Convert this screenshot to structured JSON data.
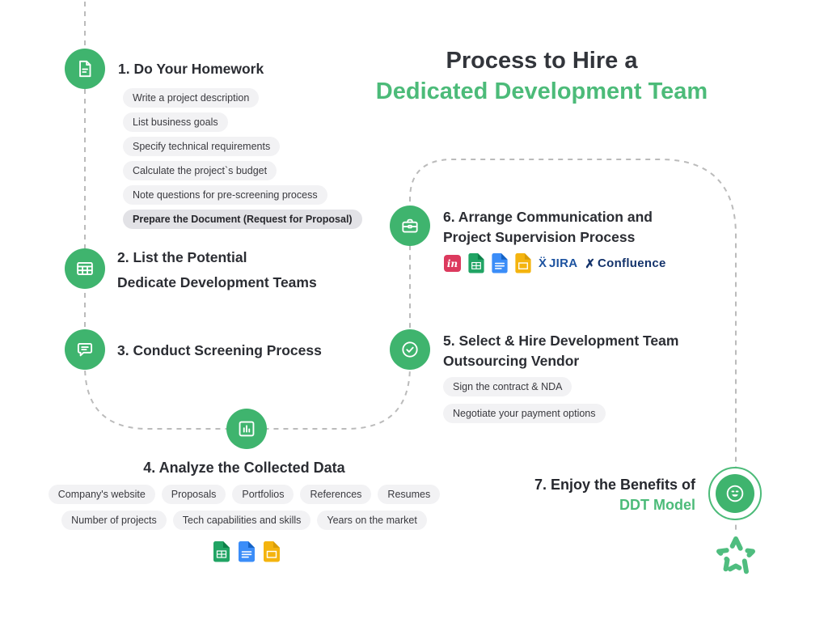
{
  "title": {
    "line1": "Process to Hire a",
    "line2": "Dedicated Development Team"
  },
  "steps": {
    "s1": {
      "title": "1. Do Your Homework",
      "icon": "document-icon",
      "pills": [
        "Write a project description",
        "List business goals",
        "Specify technical requirements",
        "Calculate the project`s budget",
        "Note questions for pre-screening process"
      ],
      "highlighted_pill": "Prepare the Document (Request for Proposal)"
    },
    "s2": {
      "line1": "2. List the Potential",
      "line2": "Dedicate Development Teams",
      "icon": "table-icon"
    },
    "s3": {
      "title": "3. Conduct Screening Process",
      "icon": "chat-icon"
    },
    "s4": {
      "title": "4. Analyze the Collected Data",
      "icon": "bar-chart-icon",
      "pills_row1": [
        "Company's website",
        "Proposals",
        "Portfolios",
        "References",
        "Resumes"
      ],
      "pills_row2": [
        "Number of projects",
        "Tech capabilities and skills",
        "Years on the market"
      ],
      "tools": [
        "google-sheets",
        "google-docs",
        "google-slides"
      ]
    },
    "s5": {
      "line1": "5. Select & Hire Development Team",
      "line2": "Outsourcing Vendor",
      "icon": "check-circle-icon",
      "pills": [
        "Sign the contract & NDA",
        "Negotiate your payment options"
      ]
    },
    "s6": {
      "line1": "6. Arrange Communication and",
      "line2": "Project Supervision Process",
      "icon": "briefcase-icon",
      "tools": [
        "invision",
        "google-sheets",
        "google-docs",
        "google-slides",
        "jira",
        "confluence"
      ],
      "invision_label": "in",
      "jira_glyph": "Ẍ",
      "jira_label": "JIRA",
      "confluence_glyph": "✗",
      "confluence_label": "Confluence"
    },
    "s7": {
      "line1": "7. Enjoy the Benefits of",
      "line2": "DDT Model",
      "icon": "smiley-icon"
    }
  },
  "colors": {
    "node_green": "#3fb46e",
    "title_green": "#4cbb79",
    "dash_gray": "#bbbbbb",
    "jira_blue": "#1d53a0",
    "confluence_navy": "#14336b",
    "invision_red": "#dc3a5e",
    "sheets_green": "#21a464",
    "docs_blue": "#3b8df8",
    "slides_yellow": "#f4b40f"
  }
}
